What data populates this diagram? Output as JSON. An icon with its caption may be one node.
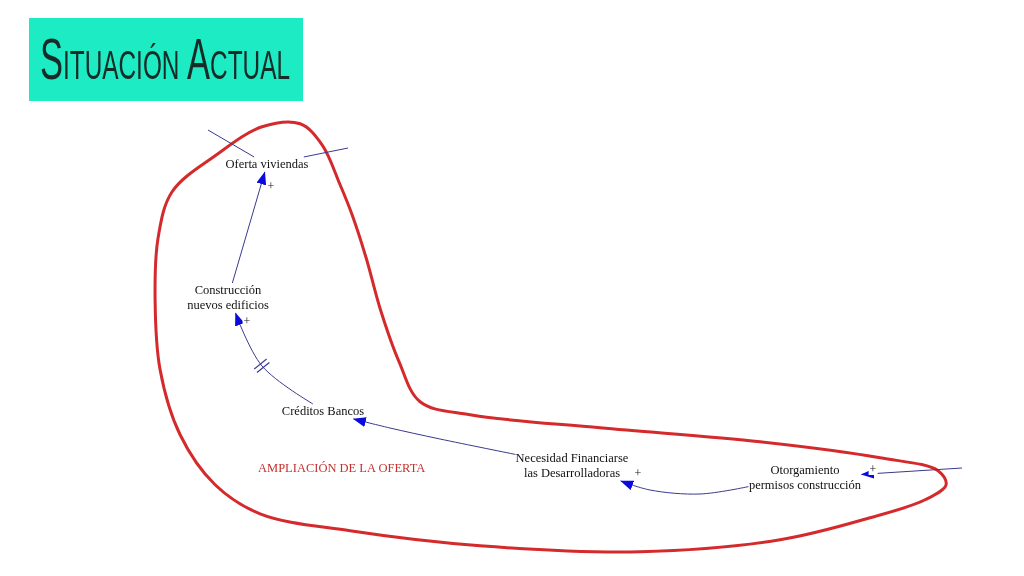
{
  "diagram": {
    "title": "Situación Actual",
    "nodes": [
      {
        "text": [
          "AMPLIACIÓN DE LA OFERTA"
        ]
      },
      {
        "text": [
          "Oferta viviendas"
        ],
        "in": 0
      },
      {
        "text": [
          "Construcción nuevos edificios"
        ],
        "in": 0
      },
      {
        "text": [
          "Créditos Bancos"
        ],
        "in": 0
      },
      {
        "text": [
          "Necesidad Financiarse las Desarrolladoras"
        ],
        "in": 0
      },
      {
        "text": [
          "Otorgamiento permisos construcción"
        ],
        "in": 0
      }
    ],
    "edges": [
      {
        "from": 2,
        "to": 1,
        "arrow": "to",
        "label": "+"
      },
      {
        "from": 3,
        "to": 2,
        "arrow": "to",
        "label": "+"
      },
      {
        "from": 4,
        "to": 3,
        "arrow": "to"
      },
      {
        "from": 5,
        "to": 4,
        "arrow": "to",
        "label": "+"
      },
      {
        "from": null,
        "to": 5,
        "arrow": "to",
        "label": "+"
      },
      {
        "from": 1,
        "to": null,
        "arrow": "none"
      },
      {
        "from": 1,
        "to": null,
        "arrow": "none"
      }
    ]
  }
}
